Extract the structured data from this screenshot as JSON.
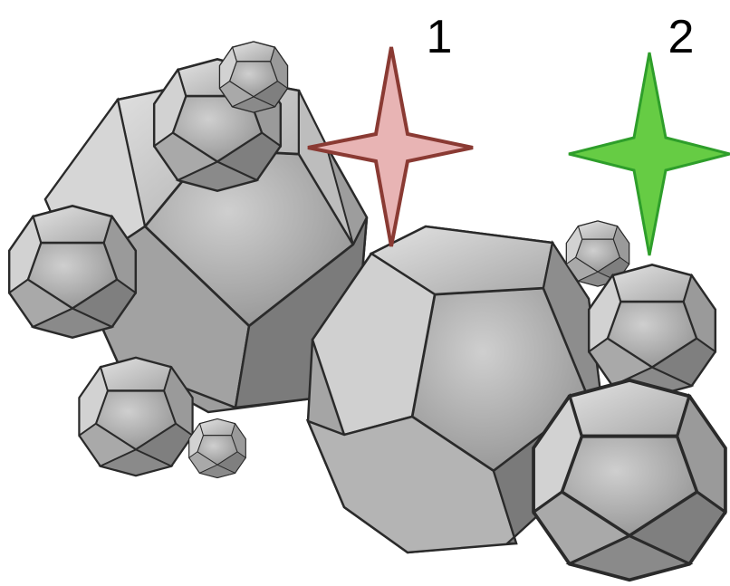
{
  "labels": {
    "marker_1": "1",
    "marker_2": "2"
  },
  "markers": [
    {
      "id": "1",
      "fill": "#e8b4b4",
      "stroke": "#8a3a33"
    },
    {
      "id": "2",
      "fill": "#66cc44",
      "stroke": "#2e9e2a"
    }
  ],
  "colors": {
    "crystal_face_light": "#d7d7d7",
    "crystal_face_mid": "#b3b3b3",
    "crystal_face_dark": "#8c8c8c",
    "crystal_edge": "#2a2a2a"
  }
}
